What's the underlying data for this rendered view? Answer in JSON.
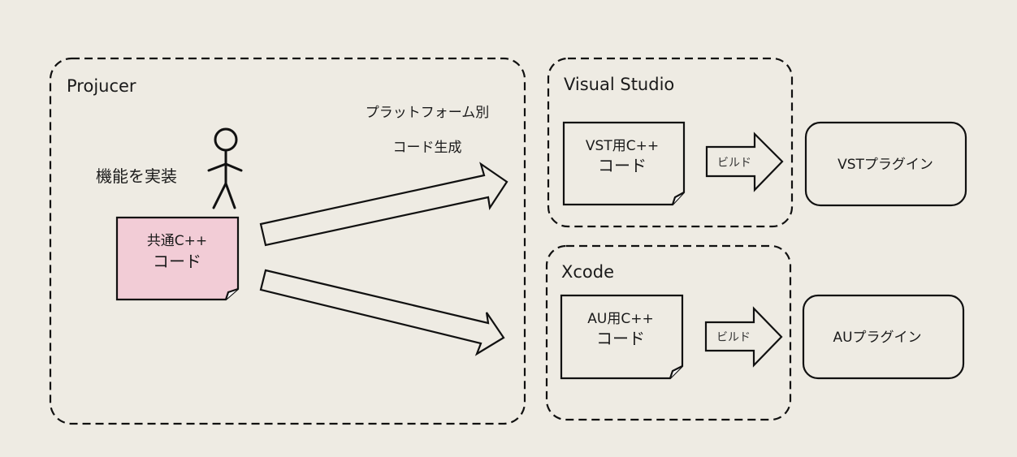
{
  "colors": {
    "background": "#eeebe3",
    "common_code_fill": "#f2ccd6",
    "box_fill": "#eeebe3",
    "stroke": "#111111"
  },
  "projucer": {
    "title": "Projucer",
    "actor_label": "機能を実装",
    "common_code": {
      "line1": "共通C++",
      "line2": "コード"
    },
    "generation_label": {
      "line1": "プラットフォーム別",
      "line2": "コード生成"
    }
  },
  "visual_studio": {
    "title": "Visual Studio",
    "code": {
      "line1": "VST用C++",
      "line2": "コード"
    },
    "build_label": "ビルド",
    "output": "VSTプラグイン"
  },
  "xcode": {
    "title": "Xcode",
    "code": {
      "line1": "AU用C++",
      "line2": "コード"
    },
    "build_label": "ビルド",
    "output": "AUプラグイン"
  },
  "icons": {
    "actor": "stick-figure-icon",
    "document": "dog-eared-document-icon",
    "arrow": "block-arrow-icon"
  }
}
